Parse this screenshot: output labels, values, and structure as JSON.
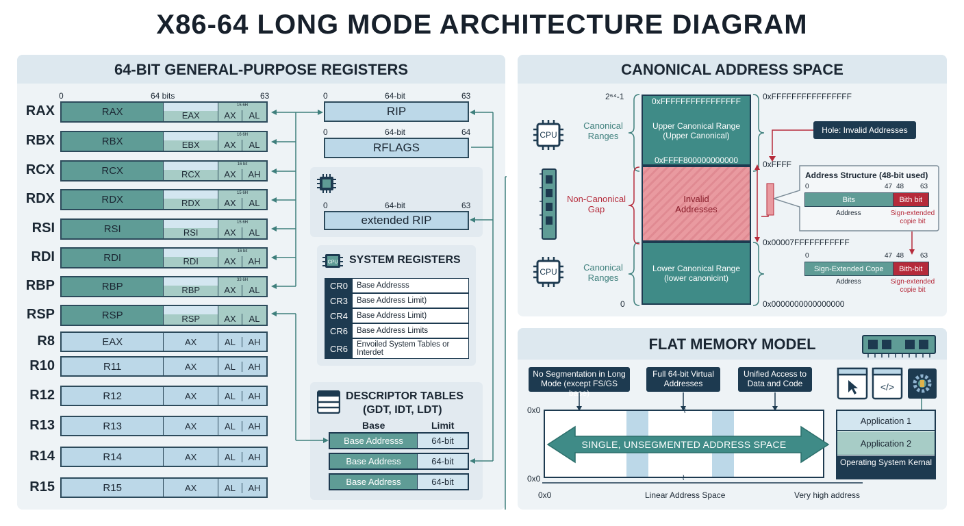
{
  "title": "X86-64 LONG MODE ARCHITECTURE DIAGRAM",
  "gpr": {
    "header": "64-BIT GENERAL-PURPOSE REGISTERS",
    "axis": {
      "start": "0",
      "mid": "64 bits",
      "end": "63"
    },
    "rows": [
      {
        "name": "RAX",
        "main": "RAX",
        "sub": "EAX",
        "tag": "15 6H",
        "a": "AX",
        "b": "AL"
      },
      {
        "name": "RBX",
        "main": "RBX",
        "sub": "EBX",
        "tag": "16 6H",
        "a": "AX",
        "b": "AL"
      },
      {
        "name": "RCX",
        "main": "RCX",
        "sub": "RCX",
        "tag": "16 bit",
        "a": "AX",
        "b": "AH"
      },
      {
        "name": "RDX",
        "main": "RDX",
        "sub": "RDX",
        "tag": "15 6H",
        "a": "AX",
        "b": "AL"
      },
      {
        "name": "RSI",
        "main": "RSI",
        "sub": "RSI",
        "tag": "15 6H",
        "a": "AX",
        "b": "AL"
      },
      {
        "name": "RDI",
        "main": "RDI",
        "sub": "RDI",
        "tag": "16 bit",
        "a": "AX",
        "b": "AH"
      },
      {
        "name": "RBP",
        "main": "RBP",
        "sub": "RBP",
        "tag": "33 6H",
        "a": "AX",
        "b": "AL"
      },
      {
        "name": "RSP",
        "main": "RSP",
        "sub": "RSP",
        "tag": "",
        "a": "AX",
        "b": "AL"
      },
      {
        "name": "R8",
        "main": "EAX",
        "sub": "AX",
        "tag": "",
        "a": "AL",
        "b": "AH"
      },
      {
        "name": "R10",
        "main": "R11",
        "sub": "AX",
        "tag": "",
        "a": "AL",
        "b": "AH"
      },
      {
        "name": "R12",
        "main": "R12",
        "sub": "AX",
        "tag": "",
        "a": "AL",
        "b": "AH"
      },
      {
        "name": "R13",
        "main": "R13",
        "sub": "AX",
        "tag": "",
        "a": "AL",
        "b": "AH"
      },
      {
        "name": "R14",
        "main": "R14",
        "sub": "AX",
        "tag": "",
        "a": "AL",
        "b": "AH"
      },
      {
        "name": "R15",
        "main": "R15",
        "sub": "AX",
        "tag": "",
        "a": "AL",
        "b": "AH"
      }
    ],
    "rip": {
      "start": "0",
      "mid": "64-bit",
      "end": "63",
      "label": "RIP"
    },
    "rflags": {
      "start": "0",
      "mid": "64-bit",
      "end": "64",
      "label": "RFLAGS"
    },
    "erip": {
      "start": "0",
      "mid": "64-bit",
      "end": "63",
      "label": "extended RIP"
    },
    "sysregs": {
      "title": "SYSTEM REGISTERS",
      "chip": "CPU",
      "rows": [
        {
          "code": "CR0",
          "desc": "Base Addresss"
        },
        {
          "code": "CR3",
          "desc": "Base Address Limit)"
        },
        {
          "code": "CR4",
          "desc": "Base Address Limit)"
        },
        {
          "code": "CR6",
          "desc": "Base Address Limits"
        },
        {
          "code": "CR6",
          "desc": "Envoiled System Tables or Interdet"
        }
      ]
    },
    "desc": {
      "title1": "DESCRIPTOR TABLES",
      "title2": "(GDT, IDT, LDT)",
      "col_base": "Base",
      "col_limit": "Limit",
      "rows": [
        {
          "base": "Base Addresss",
          "limit": "64-bit"
        },
        {
          "base": "Base Address",
          "limit": "64-bit"
        },
        {
          "base": "Base Address",
          "limit": "64-bit"
        }
      ]
    }
  },
  "canon": {
    "header": "CANONICAL ADDRESS SPACE",
    "top_exp": "2⁶⁴-1",
    "zero": "0",
    "cpu": "CPU",
    "canonical_ranges": "Canonical Ranges",
    "non_canonical": "Non-Canonical Gap",
    "upper_addr": "0xFFFFFFFFFFFFFFFF",
    "upper_range": "Upper Canonical Range (Upper Canonical)",
    "upper_start": "0xFFFF800000000000",
    "invalid": "Invalid Addresses",
    "lower_range": "Lower Canonical Range (lower canonicint)",
    "right_top": "0xFFFFFFFFFFFFFFFF",
    "right_ffff": "0xFFFF",
    "right_low_top": "0x00007FFFFFFFFFFF",
    "right_zero": "0x0000000000000000",
    "hole": "Hole: Invalid Addresses",
    "struct_title": "Address Structure (48-bit used)",
    "s1": {
      "b0": "0",
      "b47": "47",
      "b48": "48",
      "b63": "63",
      "left": "Bits",
      "right": "Bith bit",
      "left_lbl": "Address",
      "right_lbl": "Sign-extended copie bit"
    },
    "s2": {
      "b0": "0",
      "b47": "47",
      "b48": "48",
      "b63": "63",
      "left": "Sign-Extended Cope",
      "right": "Bith-bit",
      "left_lbl": "Address",
      "right_lbl": "Sign-extended copie bit"
    }
  },
  "flat": {
    "header": "FLAT MEMORY MODEL",
    "c1": "No Segmentation in Long Mode (except FS/GS base)",
    "c2": "Full 64-bit Virtual Addresses",
    "c3": "Unified Access to Data and Code",
    "y_top": "0x0",
    "y_bot": "0x0",
    "arrow_label": "SINGLE, UNSEGMENTED ADDRESS SPACE",
    "x_start": "0x0",
    "x_mid": "Linear Address Space",
    "x_end": "Very high address",
    "app1": "Application 1",
    "app2": "Application 2",
    "os": "Operating System Kernal"
  },
  "colors": {
    "teal": "#5f9c96",
    "navy": "#1d3a50",
    "red": "#b52a3a",
    "light_blue": "#bcd8e8"
  }
}
